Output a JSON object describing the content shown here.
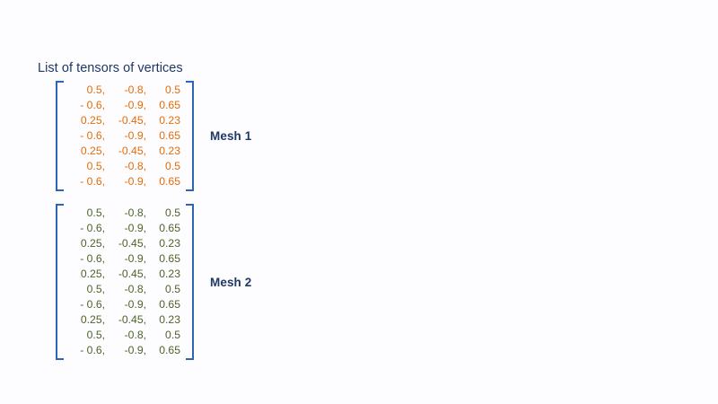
{
  "slide": {
    "background_color": "#fdfdff",
    "title": "List of tensors of vertices"
  },
  "palette": {
    "title_navy": "#1f3864",
    "label_navy": "#1f3864",
    "bracket_blue": "#2e64b8",
    "mesh1_orange": "#e36c09",
    "mesh2_green": "#4f6228"
  },
  "matrices": [
    {
      "id": "mesh-1",
      "label": "Mesh 1",
      "color": "#e36c09",
      "row_count": 7,
      "column_count": 3,
      "rows": [
        [
          "0.5,",
          "-0.8,",
          "0.5"
        ],
        [
          "- 0.6,",
          "-0.9,",
          "0.65"
        ],
        [
          "0.25,",
          "-0.45,",
          "0.23"
        ],
        [
          "- 0.6,",
          "-0.9,",
          "0.65"
        ],
        [
          "0.25,",
          "-0.45,",
          "0.23"
        ],
        [
          "0.5,",
          "-0.8,",
          "0.5"
        ],
        [
          "- 0.6,",
          "-0.9,",
          "0.65"
        ]
      ],
      "values": [
        [
          0.5,
          -0.8,
          0.5
        ],
        [
          -0.6,
          -0.9,
          0.65
        ],
        [
          0.25,
          -0.45,
          0.23
        ],
        [
          -0.6,
          -0.9,
          0.65
        ],
        [
          0.25,
          -0.45,
          0.23
        ],
        [
          0.5,
          -0.8,
          0.5
        ],
        [
          -0.6,
          -0.9,
          0.65
        ]
      ]
    },
    {
      "id": "mesh-2",
      "label": "Mesh 2",
      "color": "#4f6228",
      "row_count": 10,
      "column_count": 3,
      "rows": [
        [
          "0.5,",
          "-0.8,",
          "0.5"
        ],
        [
          "- 0.6,",
          "-0.9,",
          "0.65"
        ],
        [
          "0.25,",
          "-0.45,",
          "0.23"
        ],
        [
          "- 0.6,",
          "-0.9,",
          "0.65"
        ],
        [
          "0.25,",
          "-0.45,",
          "0.23"
        ],
        [
          "0.5,",
          "-0.8,",
          "0.5"
        ],
        [
          "- 0.6,",
          "-0.9,",
          "0.65"
        ],
        [
          "0.25,",
          "-0.45,",
          "0.23"
        ],
        [
          "0.5,",
          "-0.8,",
          "0.5"
        ],
        [
          "- 0.6,",
          "-0.9,",
          "0.65"
        ]
      ],
      "values": [
        [
          0.5,
          -0.8,
          0.5
        ],
        [
          -0.6,
          -0.9,
          0.65
        ],
        [
          0.25,
          -0.45,
          0.23
        ],
        [
          -0.6,
          -0.9,
          0.65
        ],
        [
          0.25,
          -0.45,
          0.23
        ],
        [
          0.5,
          -0.8,
          0.5
        ],
        [
          -0.6,
          -0.9,
          0.65
        ],
        [
          0.25,
          -0.45,
          0.23
        ],
        [
          0.5,
          -0.8,
          0.5
        ],
        [
          -0.6,
          -0.9,
          0.65
        ]
      ]
    }
  ]
}
